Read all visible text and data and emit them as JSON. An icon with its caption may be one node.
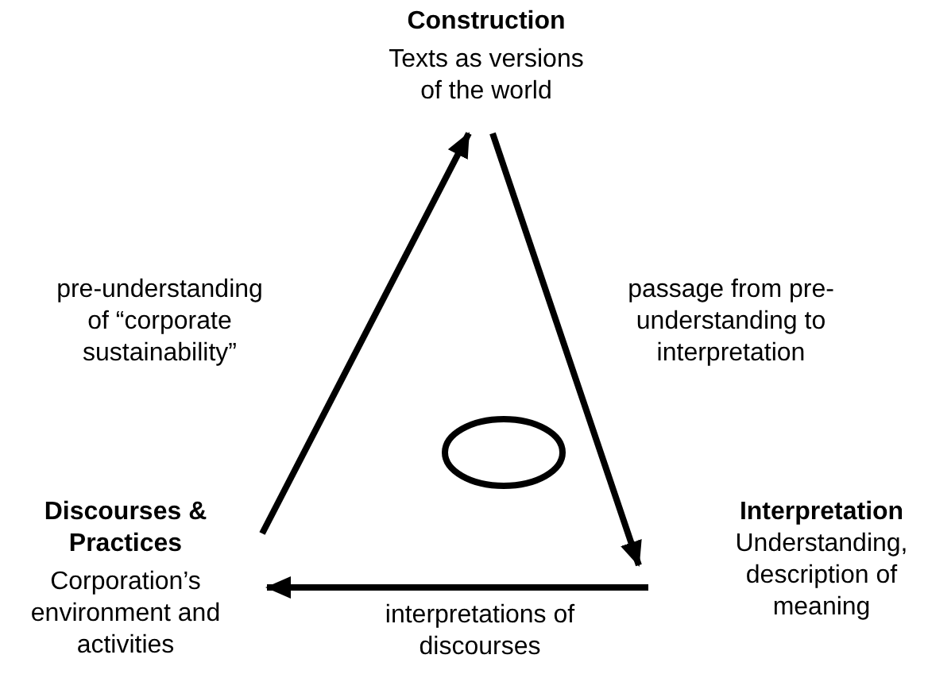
{
  "diagram": {
    "nodes": [
      {
        "text": [
          "Construction",
          "Texts as versions of the world"
        ]
      },
      {
        "text": [
          "Interpretation",
          "Understanding, description of meaning"
        ]
      },
      {
        "text": [
          "Discourses & Practices",
          "Corporation’s environment and activities"
        ]
      },
      {
        "text": [],
        "shape": "ellipse"
      }
    ],
    "edges": [
      {
        "from": 2,
        "to": 0,
        "arrow": "to",
        "label": "pre-understanding of “corporate sustainability”"
      },
      {
        "from": 0,
        "to": 1,
        "arrow": "to",
        "label": "passage from pre-understanding to interpretation"
      },
      {
        "from": 1,
        "to": 2,
        "arrow": "to",
        "label": "interpretations of discourses"
      }
    ]
  }
}
